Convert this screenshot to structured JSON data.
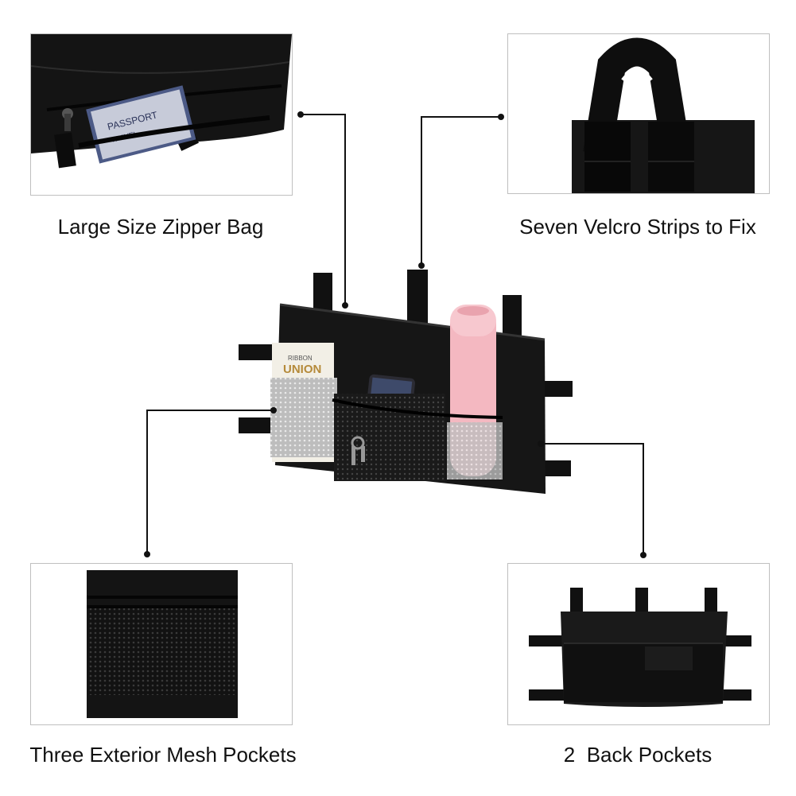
{
  "features": [
    {
      "key": "zipper",
      "caption": "Large Size Zipper Bag",
      "icon": "zipper-bag-photo"
    },
    {
      "key": "velcro",
      "caption": "Seven Velcro Strips to Fix",
      "icon": "velcro-strap-photo"
    },
    {
      "key": "mesh",
      "caption": "Three Exterior Mesh Pockets",
      "icon": "mesh-pocket-photo"
    },
    {
      "key": "back",
      "caption": "2  Back Pockets",
      "icon": "back-pockets-photo"
    }
  ],
  "product": {
    "book_label": "UNION",
    "book_sublabel": "RIBBON",
    "icon": "walker-organizer-bag-photo"
  },
  "zipper_photo": {
    "card_text": "PASSPORT",
    "card_sub": "TRAVEL"
  },
  "colors": {
    "bag": "#111111",
    "bottle": "#f4b8c1",
    "line": "#111111",
    "panel_border": "#bfbfbf"
  }
}
